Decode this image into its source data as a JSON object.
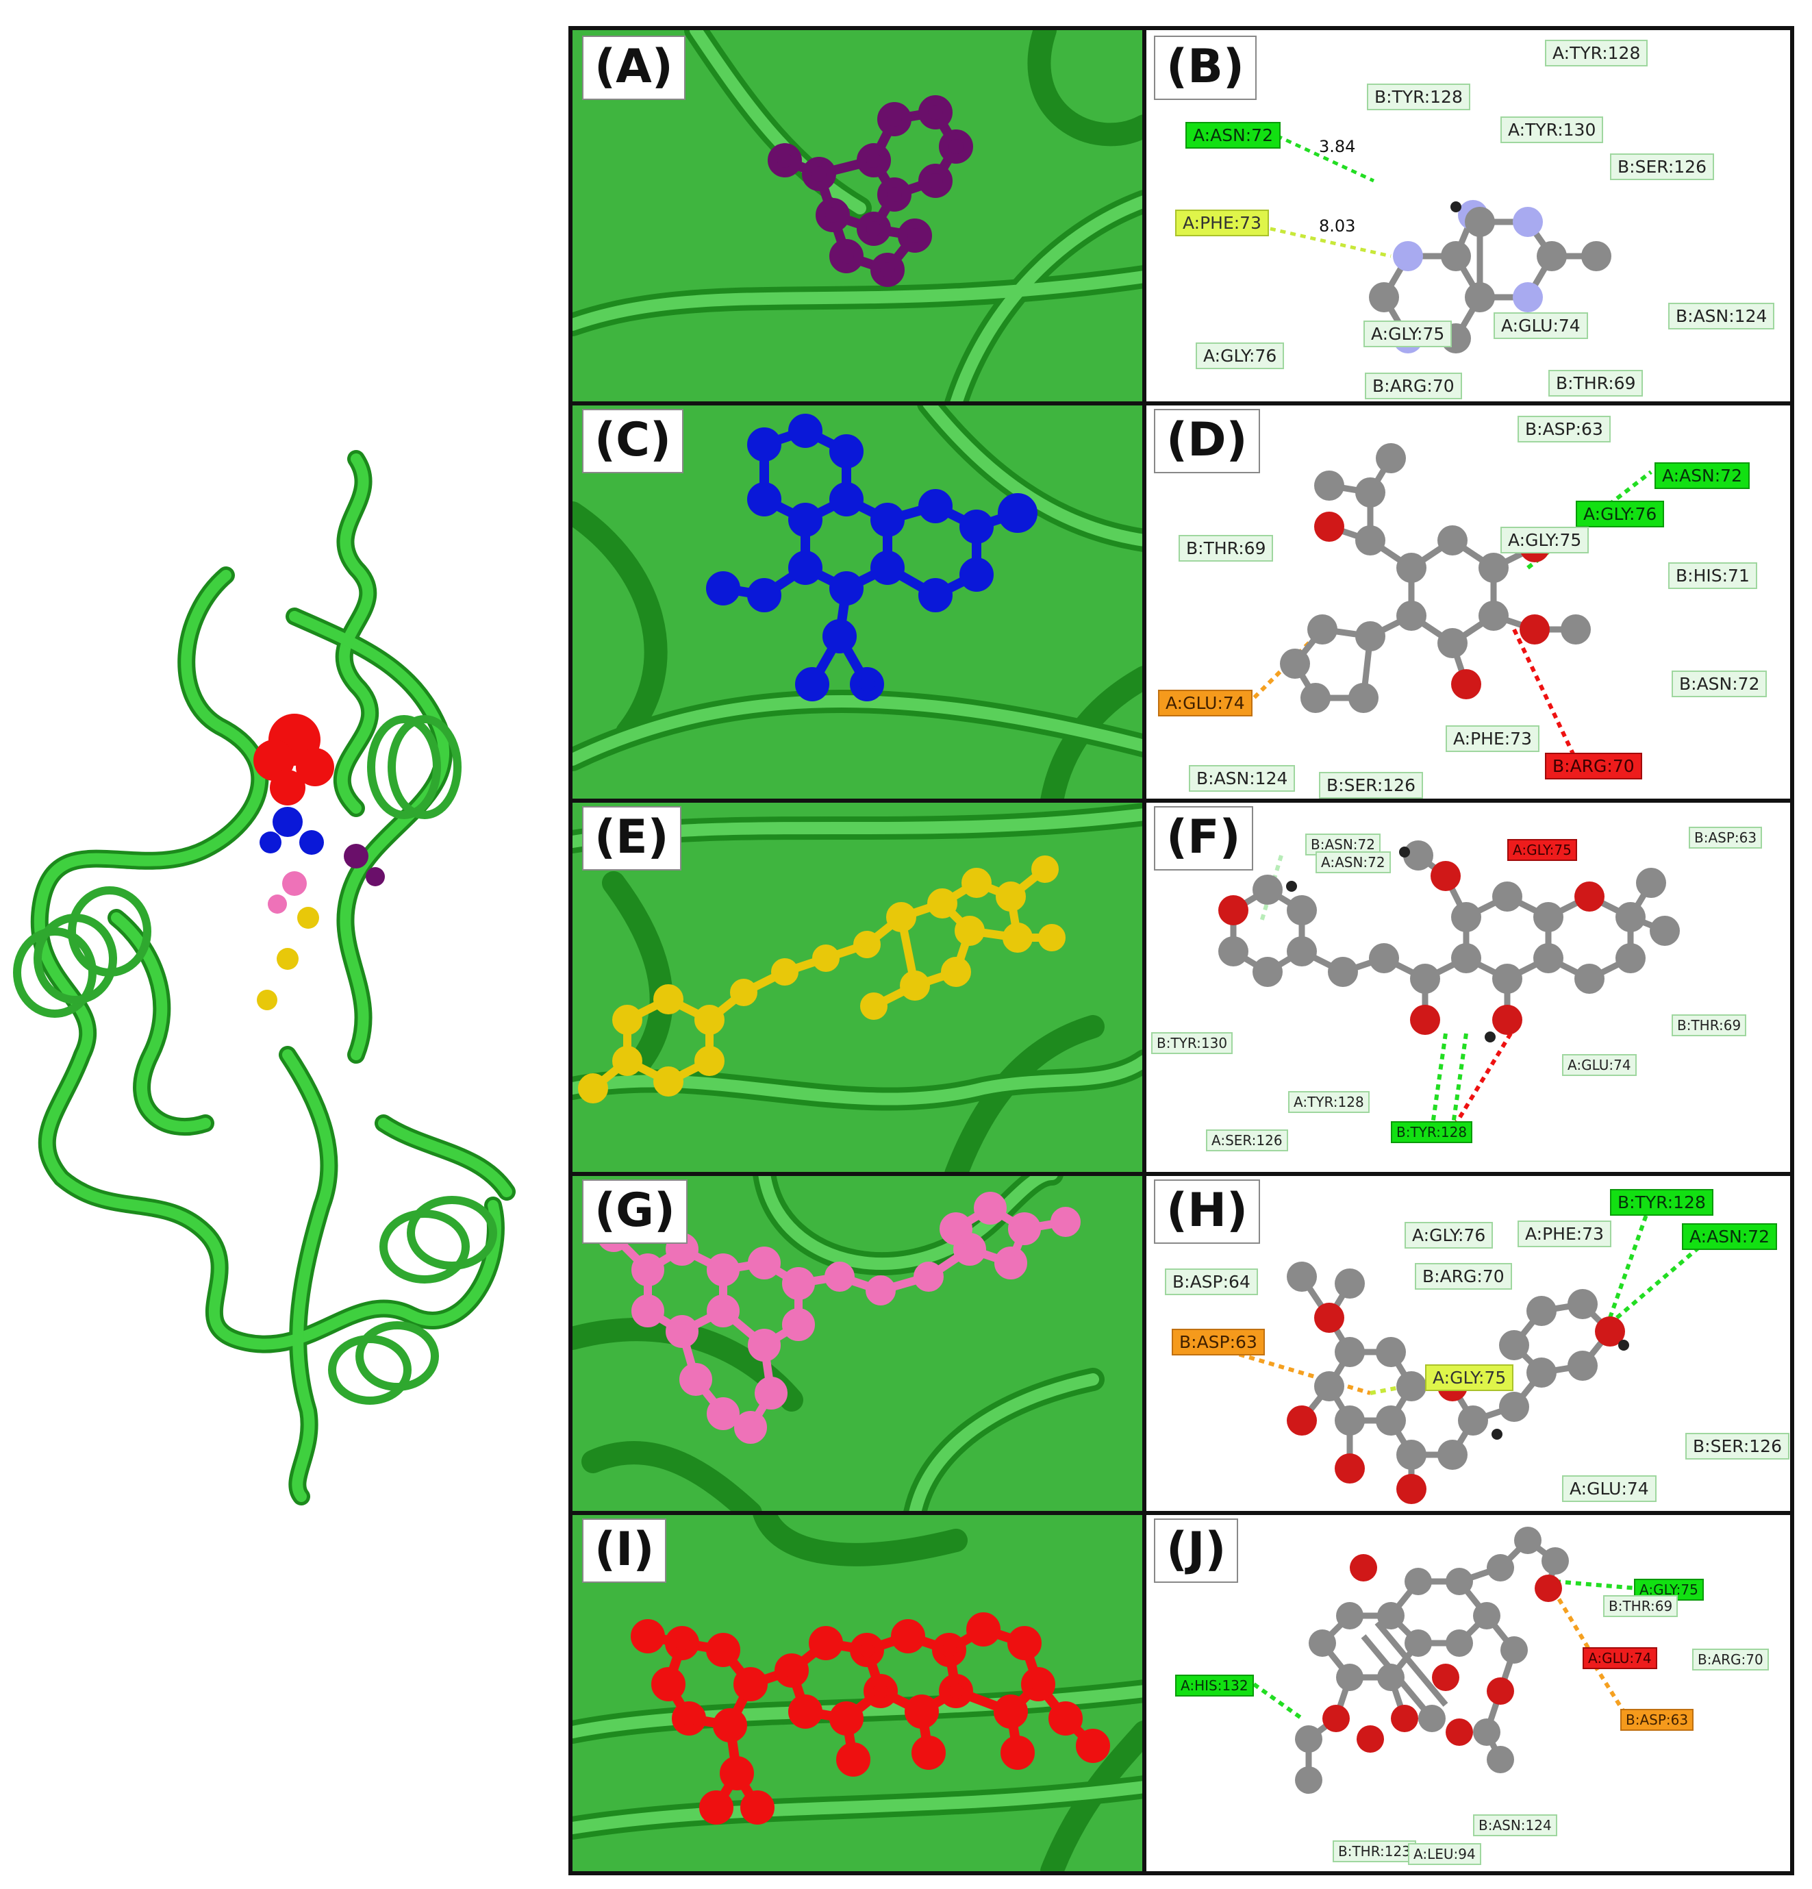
{
  "panels": {
    "A": {
      "label": "(A)",
      "ligand_color": "#6a0f6a"
    },
    "B": {
      "label": "(B)",
      "residues": [
        {
          "text": "A:TYR:128",
          "type": "vdw"
        },
        {
          "text": "B:TYR:128",
          "type": "vdw"
        },
        {
          "text": "A:TYR:130",
          "type": "vdw"
        },
        {
          "text": "A:ASN:72",
          "type": "conventional-hbond"
        },
        {
          "text": "B:SER:126",
          "type": "vdw"
        },
        {
          "text": "A:PHE:73",
          "type": "pi"
        },
        {
          "text": "A:GLY:75",
          "type": "vdw"
        },
        {
          "text": "A:GLU:74",
          "type": "vdw"
        },
        {
          "text": "B:ASN:124",
          "type": "vdw"
        },
        {
          "text": "A:GLY:76",
          "type": "vdw"
        },
        {
          "text": "B:ARG:70",
          "type": "vdw"
        },
        {
          "text": "B:THR:69",
          "type": "vdw"
        }
      ],
      "distances": [
        "3.84",
        "8.03"
      ]
    },
    "C": {
      "label": "(C)",
      "ligand_color": "#0a18d8"
    },
    "D": {
      "label": "(D)",
      "residues": [
        {
          "text": "B:ASP:63",
          "type": "vdw"
        },
        {
          "text": "A:ASN:72",
          "type": "conventional-hbond"
        },
        {
          "text": "A:GLY:76",
          "type": "conventional-hbond"
        },
        {
          "text": "A:GLY:75",
          "type": "vdw"
        },
        {
          "text": "B:THR:69",
          "type": "vdw"
        },
        {
          "text": "B:HIS:71",
          "type": "vdw"
        },
        {
          "text": "B:ASN:72",
          "type": "vdw"
        },
        {
          "text": "A:GLU:74",
          "type": "alkyl"
        },
        {
          "text": "A:PHE:73",
          "type": "vdw"
        },
        {
          "text": "B:ARG:70",
          "type": "unfavorable"
        },
        {
          "text": "B:ASN:124",
          "type": "vdw"
        },
        {
          "text": "B:SER:126",
          "type": "vdw"
        }
      ]
    },
    "E": {
      "label": "(E)",
      "ligand_color": "#e8c80a"
    },
    "F": {
      "label": "(F)",
      "residues": [
        {
          "text": "B:ASN:72",
          "type": "vdw"
        },
        {
          "text": "A:ASN:72",
          "type": "vdw"
        },
        {
          "text": "A:GLY:75",
          "type": "unfavorable"
        },
        {
          "text": "B:ASP:63",
          "type": "vdw"
        },
        {
          "text": "B:THR:69",
          "type": "vdw"
        },
        {
          "text": "B:TYR:130",
          "type": "vdw"
        },
        {
          "text": "A:GLU:74",
          "type": "vdw"
        },
        {
          "text": "A:TYR:128",
          "type": "vdw"
        },
        {
          "text": "A:SER:126",
          "type": "vdw"
        },
        {
          "text": "B:TYR:128",
          "type": "conventional-hbond"
        }
      ]
    },
    "G": {
      "label": "(G)",
      "ligand_color": "#ee72b8"
    },
    "H": {
      "label": "(H)",
      "residues": [
        {
          "text": "B:TYR:128",
          "type": "conventional-hbond"
        },
        {
          "text": "A:ASN:72",
          "type": "conventional-hbond"
        },
        {
          "text": "A:GLY:76",
          "type": "vdw"
        },
        {
          "text": "A:PHE:73",
          "type": "vdw"
        },
        {
          "text": "B:ASP:64",
          "type": "vdw"
        },
        {
          "text": "B:ARG:70",
          "type": "vdw"
        },
        {
          "text": "B:ASP:63",
          "type": "alkyl"
        },
        {
          "text": "A:GLY:75",
          "type": "pi"
        },
        {
          "text": "B:SER:126",
          "type": "vdw"
        },
        {
          "text": "A:GLU:74",
          "type": "vdw"
        }
      ]
    },
    "I": {
      "label": "(I)",
      "ligand_color": "#ee1010"
    },
    "J": {
      "label": "(J)",
      "residues": [
        {
          "text": "A:GLY:75",
          "type": "conventional-hbond"
        },
        {
          "text": "B:THR:69",
          "type": "vdw"
        },
        {
          "text": "A:GLU:74",
          "type": "unfavorable"
        },
        {
          "text": "B:ARG:70",
          "type": "vdw"
        },
        {
          "text": "A:HIS:132",
          "type": "conventional-hbond"
        },
        {
          "text": "B:ASP:63",
          "type": "alkyl"
        },
        {
          "text": "B:ASN:124",
          "type": "vdw"
        },
        {
          "text": "B:THR:123",
          "type": "vdw"
        },
        {
          "text": "A:LEU:94",
          "type": "vdw"
        }
      ]
    }
  },
  "colors": {
    "protein_ribbon": "#3fb53f",
    "atom_carbon": "#8a8a8a",
    "atom_oxygen": "#d01818",
    "atom_nitrogen": "#a8aaf0",
    "hbond_line": "#22dd22",
    "unfavorable_line": "#ee1111",
    "alkyl_line": "#f5a020"
  }
}
